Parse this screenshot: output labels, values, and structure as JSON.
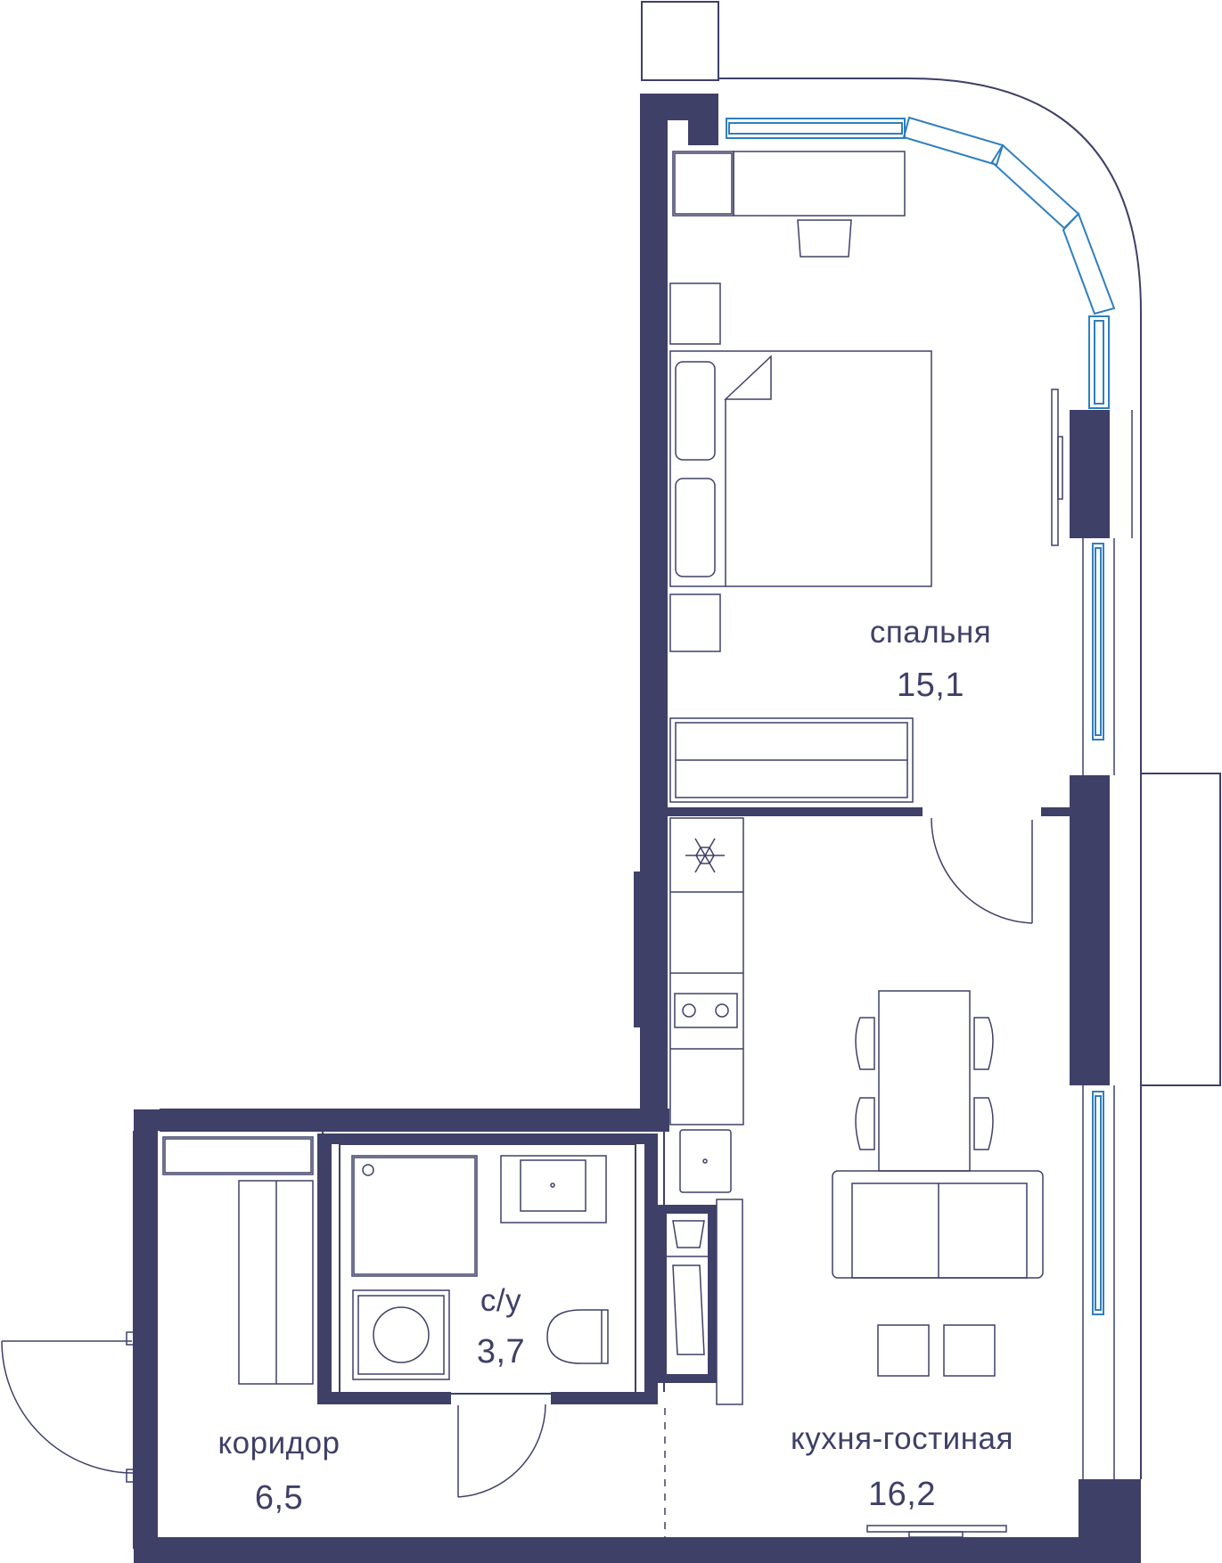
{
  "colors": {
    "wall": "#3f4068",
    "line": "#3f4068",
    "window": "#2f7fc0",
    "background": "#ffffff"
  },
  "rooms": {
    "bedroom": {
      "name": "спальня",
      "area": "15,1"
    },
    "kitchen_living": {
      "name": "кухня-гостиная",
      "area": "16,2"
    },
    "corridor": {
      "name": "коридор",
      "area": "6,5"
    },
    "bathroom": {
      "name": "с/у",
      "area": "3,7"
    }
  },
  "icons": {
    "fridge": "snowflake-icon",
    "hob": "cooktop-icon",
    "sink": "sink-icon",
    "toilet": "toilet-icon",
    "washer": "washing-machine-icon"
  }
}
